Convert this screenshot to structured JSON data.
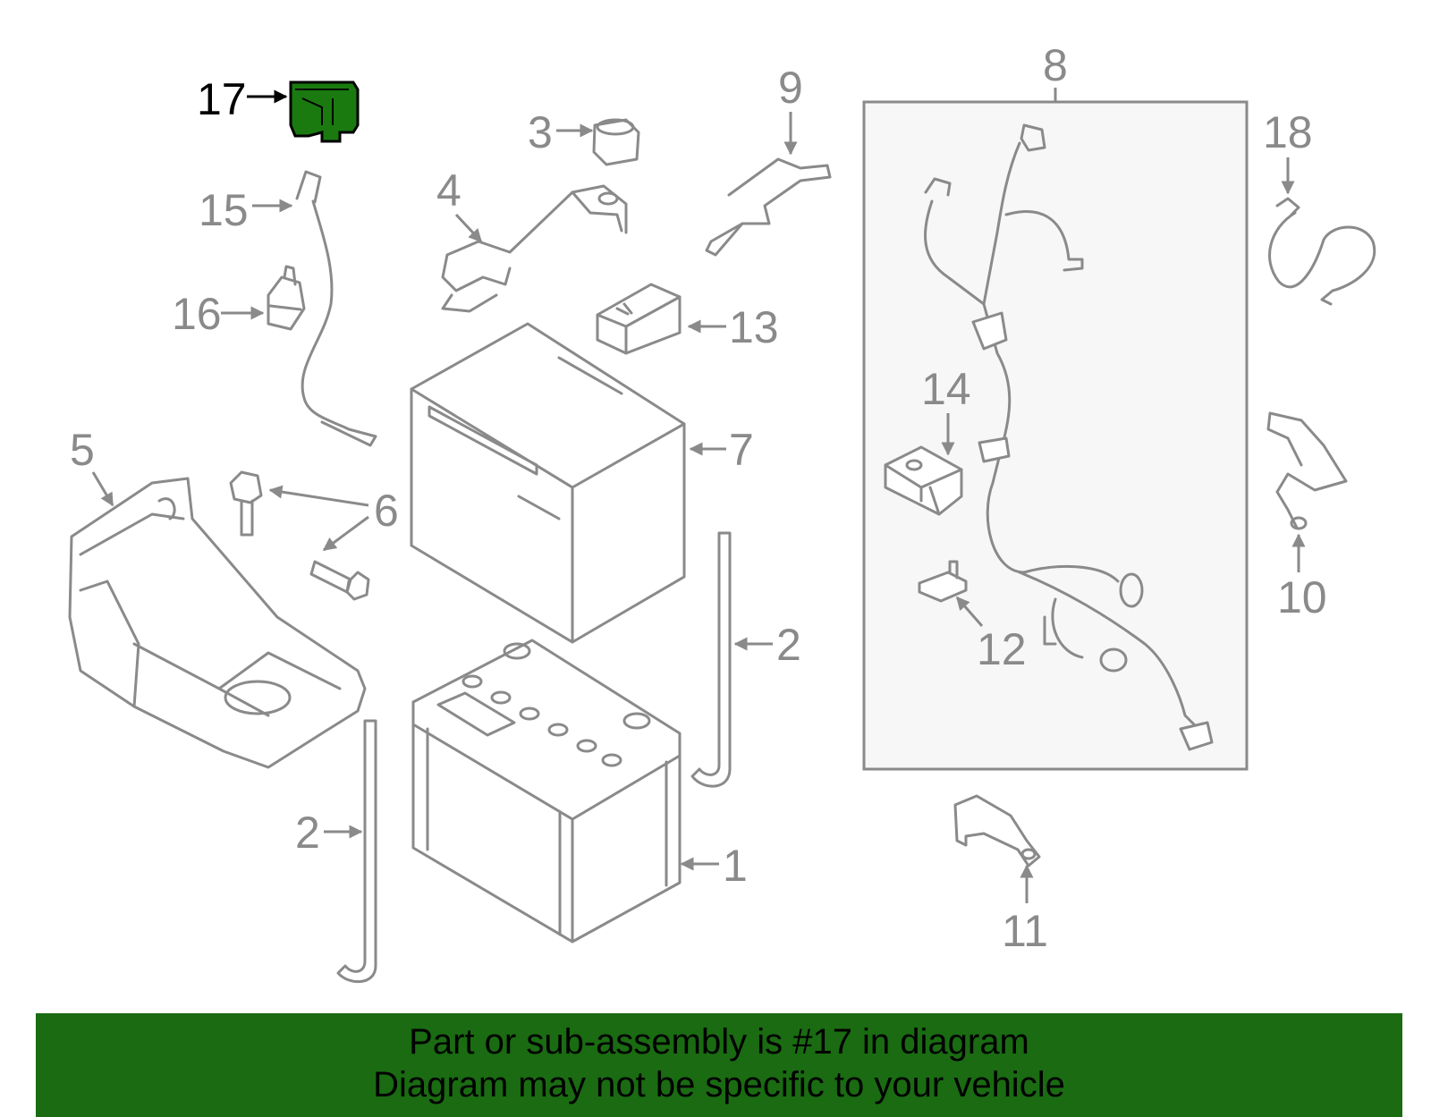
{
  "callouts": {
    "c1": "1",
    "c2a": "2",
    "c2b": "2",
    "c3": "3",
    "c4": "4",
    "c5": "5",
    "c6": "6",
    "c7": "7",
    "c8": "8",
    "c9": "9",
    "c10": "10",
    "c11": "11",
    "c12": "12",
    "c13": "13",
    "c14": "14",
    "c15": "15",
    "c16": "16",
    "c17": "17",
    "c18": "18"
  },
  "highlight_part": "17",
  "colors": {
    "banner": "#1a6b12",
    "highlight": "#1a7a10",
    "line": "#8a8a8a"
  },
  "banner": {
    "line1": "Part or sub-assembly is #17 in diagram",
    "line2": "Diagram may not be specific to your vehicle"
  }
}
